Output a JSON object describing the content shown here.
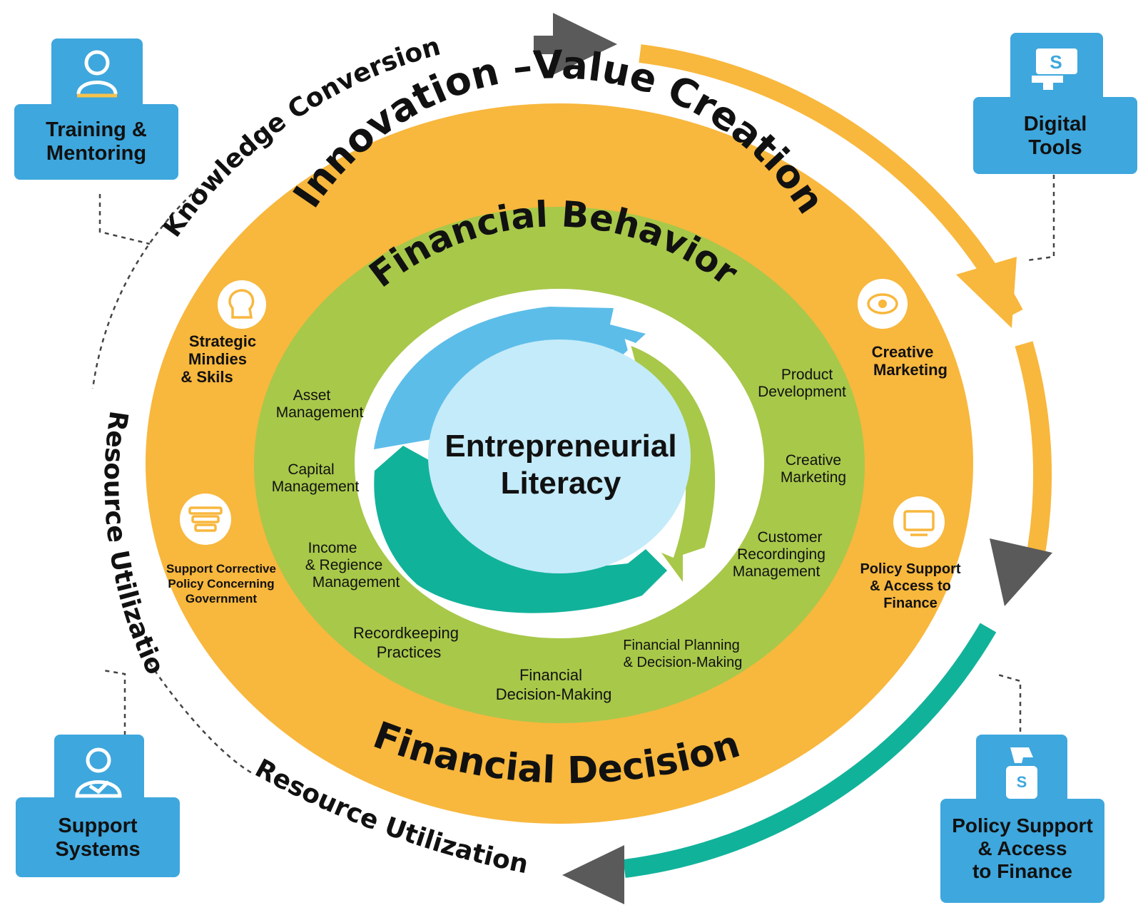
{
  "outer_labels": {
    "knowledge_conversion": "Knowledge Conversion",
    "resource_utilization_left": "Resource Utilization",
    "resource_utilization_bottom": "Resource Utilization"
  },
  "rings": {
    "outer_top": "Innovation –Value Creation",
    "outer_bottom": "Financial Decision",
    "middle": "Financial Behavior",
    "center_line1": "Entrepreneurial",
    "center_line2": "Literacy"
  },
  "orange_ring_items": {
    "strategic": [
      "Strategic",
      "Mindies",
      "& Skils"
    ],
    "support_corrective": [
      "Support Corrective",
      "Policy Concerning",
      "Government"
    ],
    "creative_marketing": [
      "Creative",
      "Marketing"
    ],
    "policy_support": [
      "Policy Support",
      "& Access to",
      "Finance"
    ]
  },
  "green_ring_items": {
    "asset": [
      "Asset",
      "Management"
    ],
    "capital": [
      "Capital",
      "Management"
    ],
    "income": [
      "Income",
      "& Regience",
      "Management"
    ],
    "recordkeeping": [
      "Recordkeeping",
      "Practices"
    ],
    "decision_making": [
      "Financial",
      "Decision-Making"
    ],
    "planning": [
      "Financial Planning",
      "& Decision-Making"
    ],
    "customer": [
      "Customer",
      "Recordinging",
      "Management"
    ],
    "creative": [
      "Creative",
      "Marketing"
    ],
    "product": [
      "Product",
      "Development"
    ]
  },
  "cards": {
    "training": [
      "Training &",
      "Mentoring"
    ],
    "digital": [
      "Digital",
      "Tools"
    ],
    "support": [
      "Support",
      "Systems"
    ],
    "policy": [
      "Policy Support",
      "& Access",
      "to Finance"
    ]
  },
  "icons": {
    "training": "person-icon",
    "digital": "computer-icon",
    "support": "person-icon",
    "policy": "dispenser-icon",
    "strategic": "head-icon",
    "support_corrective": "stack-icon",
    "creative_marketing": "eye-icon",
    "policy_support": "monitor-icon"
  },
  "colors": {
    "orange": "#f8b73d",
    "green": "#a8c84a",
    "blue_arrow": "#5cbde9",
    "teal": "#11b29a",
    "center": "#c4ebf9",
    "card_blue": "#3ea7dd",
    "gray_arrow": "#5a5a5a"
  }
}
